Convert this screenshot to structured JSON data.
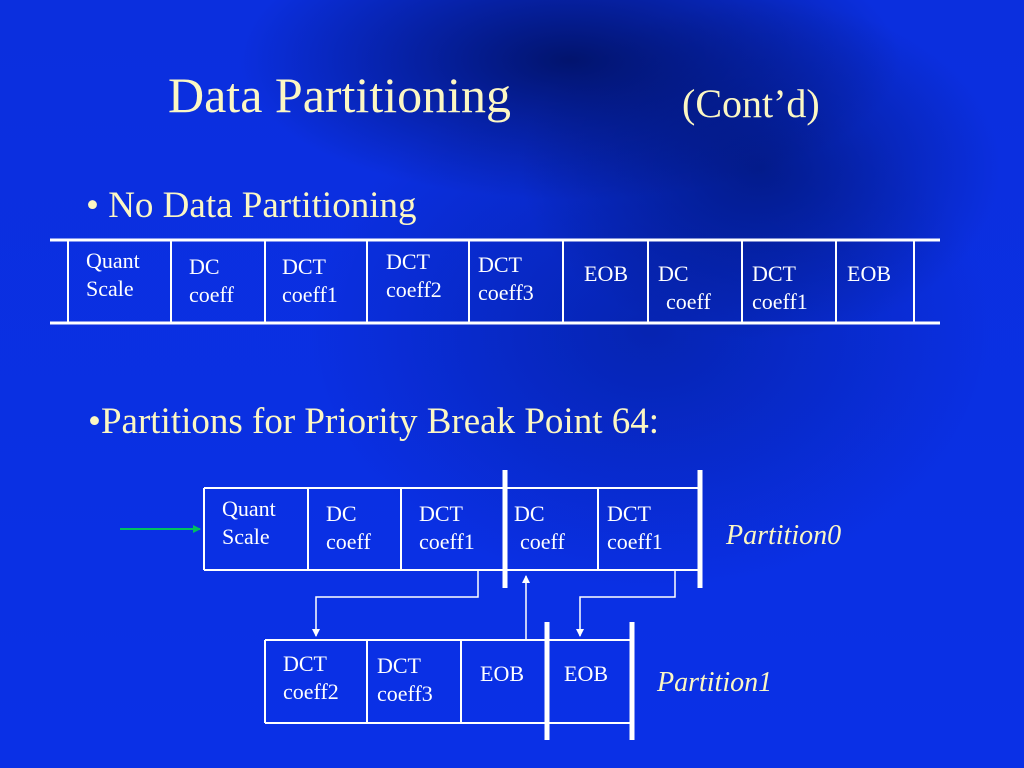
{
  "slide": {
    "title": "Data Partitioning",
    "subtitle": "(Cont’d)"
  },
  "section1": {
    "bullet": "•  No Data Partitioning",
    "cells": [
      {
        "line1": "Quant",
        "line2": "Scale"
      },
      {
        "line1": "DC",
        "line2": "coeff"
      },
      {
        "line1": "DCT",
        "line2": "coeff1"
      },
      {
        "line1": "DCT",
        "line2": "coeff2"
      },
      {
        "line1": "DCT",
        "line2": "coeff3"
      },
      {
        "line1": "EOB",
        "line2": ""
      },
      {
        "line1": "DC",
        "line2": "coeff"
      },
      {
        "line1": "DCT",
        "line2": "coeff1"
      },
      {
        "line1": "EOB",
        "line2": ""
      }
    ]
  },
  "section2": {
    "bullet": "•Partitions for Priority Break Point 64:",
    "partition0": {
      "label": "Partition0",
      "cells": [
        {
          "line1": "Quant",
          "line2": "Scale"
        },
        {
          "line1": "DC",
          "line2": "coeff"
        },
        {
          "line1": "DCT",
          "line2": "coeff1"
        },
        {
          "line1": "DC",
          "line2": "coeff"
        },
        {
          "line1": "DCT",
          "line2": "coeff1"
        }
      ]
    },
    "partition1": {
      "label": "Partition1",
      "cells": [
        {
          "line1": "DCT",
          "line2": "coeff2"
        },
        {
          "line1": "DCT",
          "line2": "coeff3"
        },
        {
          "line1": "EOB",
          "line2": ""
        },
        {
          "line1": "EOB",
          "line2": ""
        }
      ]
    }
  },
  "colors": {
    "background": "#0a2fe0",
    "title_text": "#fcf7c3",
    "cell_text": "#ffffff",
    "pointer_arrow": "#00c060"
  }
}
